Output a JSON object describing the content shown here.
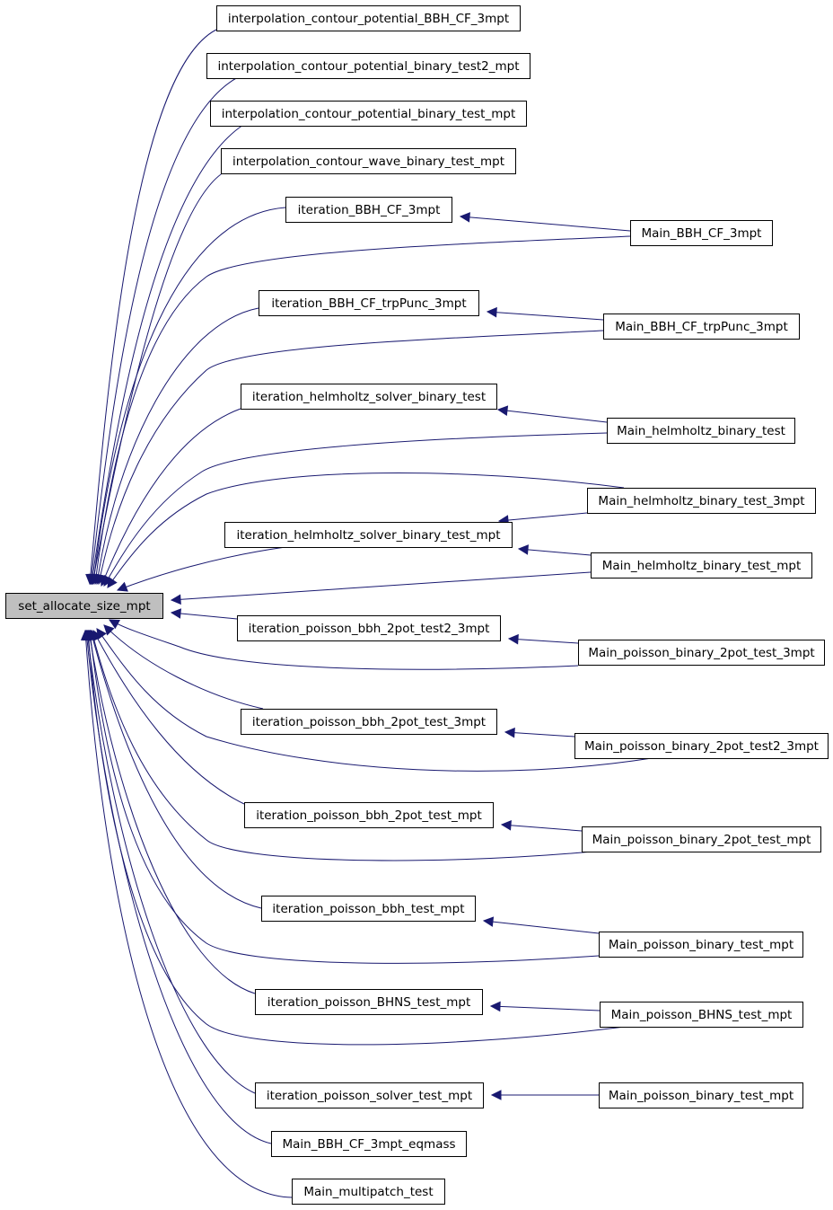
{
  "graph": {
    "title": "",
    "colors": {
      "edge": "#191970",
      "root_fill": "#bfbfbf",
      "node_fill": "#ffffff",
      "node_stroke": "#000000"
    },
    "root": {
      "id": "root",
      "label": "set_allocate_size_mpt"
    },
    "nodes": [
      {
        "id": "n_icp_bbh",
        "label": "interpolation_contour_potential_BBH_CF_3mpt"
      },
      {
        "id": "n_icp_bt2",
        "label": "interpolation_contour_potential_binary_test2_mpt"
      },
      {
        "id": "n_icp_bt",
        "label": "interpolation_contour_potential_binary_test_mpt"
      },
      {
        "id": "n_icw_bt",
        "label": "interpolation_contour_wave_binary_test_mpt"
      },
      {
        "id": "n_it_bbh",
        "label": "iteration_BBH_CF_3mpt"
      },
      {
        "id": "n_m_bbh",
        "label": "Main_BBH_CF_3mpt"
      },
      {
        "id": "n_it_bbh_trp",
        "label": "iteration_BBH_CF_trpPunc_3mpt"
      },
      {
        "id": "n_m_bbh_trp",
        "label": "Main_BBH_CF_trpPunc_3mpt"
      },
      {
        "id": "n_it_helm",
        "label": "iteration_helmholtz_solver_binary_test"
      },
      {
        "id": "n_m_helm",
        "label": "Main_helmholtz_binary_test"
      },
      {
        "id": "n_m_helm3",
        "label": "Main_helmholtz_binary_test_3mpt"
      },
      {
        "id": "n_it_helm_mpt",
        "label": "iteration_helmholtz_solver_binary_test_mpt"
      },
      {
        "id": "n_m_helm_mpt",
        "label": "Main_helmholtz_binary_test_mpt"
      },
      {
        "id": "n_it_p2t2",
        "label": "iteration_poisson_bbh_2pot_test2_3mpt"
      },
      {
        "id": "n_m_p2t3",
        "label": "Main_poisson_binary_2pot_test_3mpt"
      },
      {
        "id": "n_it_p2t3",
        "label": "iteration_poisson_bbh_2pot_test_3mpt"
      },
      {
        "id": "n_m_p2t23",
        "label": "Main_poisson_binary_2pot_test2_3mpt"
      },
      {
        "id": "n_it_p2tm",
        "label": "iteration_poisson_bbh_2pot_test_mpt"
      },
      {
        "id": "n_m_p2tm",
        "label": "Main_poisson_binary_2pot_test_mpt"
      },
      {
        "id": "n_it_pbbh",
        "label": "iteration_poisson_bbh_test_mpt"
      },
      {
        "id": "n_m_pb1",
        "label": "Main_poisson_binary_test_mpt"
      },
      {
        "id": "n_it_bhns",
        "label": "iteration_poisson_BHNS_test_mpt"
      },
      {
        "id": "n_m_bhns",
        "label": "Main_poisson_BHNS_test_mpt"
      },
      {
        "id": "n_it_ps",
        "label": "iteration_poisson_solver_test_mpt"
      },
      {
        "id": "n_m_pb2",
        "label": "Main_poisson_binary_test_mpt"
      },
      {
        "id": "n_m_bbh_eq",
        "label": "Main_BBH_CF_3mpt_eqmass"
      },
      {
        "id": "n_m_multi",
        "label": "Main_multipatch_test"
      }
    ],
    "edges": [
      {
        "from": "n_icp_bbh",
        "to": "root"
      },
      {
        "from": "n_icp_bt2",
        "to": "root"
      },
      {
        "from": "n_icp_bt",
        "to": "root"
      },
      {
        "from": "n_icw_bt",
        "to": "root"
      },
      {
        "from": "n_it_bbh",
        "to": "root"
      },
      {
        "from": "n_m_bbh",
        "to": "root"
      },
      {
        "from": "n_m_bbh",
        "to": "n_it_bbh"
      },
      {
        "from": "n_it_bbh_trp",
        "to": "root"
      },
      {
        "from": "n_m_bbh_trp",
        "to": "root"
      },
      {
        "from": "n_m_bbh_trp",
        "to": "n_it_bbh_trp"
      },
      {
        "from": "n_it_helm",
        "to": "root"
      },
      {
        "from": "n_m_helm",
        "to": "root"
      },
      {
        "from": "n_m_helm",
        "to": "n_it_helm"
      },
      {
        "from": "n_m_helm3",
        "to": "root"
      },
      {
        "from": "n_m_helm3",
        "to": "n_it_helm_mpt"
      },
      {
        "from": "n_it_helm_mpt",
        "to": "root"
      },
      {
        "from": "n_m_helm_mpt",
        "to": "root"
      },
      {
        "from": "n_m_helm_mpt",
        "to": "n_it_helm_mpt"
      },
      {
        "from": "n_it_p2t2",
        "to": "root"
      },
      {
        "from": "n_m_p2t3",
        "to": "root"
      },
      {
        "from": "n_m_p2t3",
        "to": "n_it_p2t2"
      },
      {
        "from": "n_it_p2t3",
        "to": "root"
      },
      {
        "from": "n_m_p2t23",
        "to": "root"
      },
      {
        "from": "n_m_p2t23",
        "to": "n_it_p2t3"
      },
      {
        "from": "n_it_p2tm",
        "to": "root"
      },
      {
        "from": "n_m_p2tm",
        "to": "root"
      },
      {
        "from": "n_m_p2tm",
        "to": "n_it_p2tm"
      },
      {
        "from": "n_it_pbbh",
        "to": "root"
      },
      {
        "from": "n_m_pb1",
        "to": "root"
      },
      {
        "from": "n_m_pb1",
        "to": "n_it_pbbh"
      },
      {
        "from": "n_it_bhns",
        "to": "root"
      },
      {
        "from": "n_m_bhns",
        "to": "root"
      },
      {
        "from": "n_m_bhns",
        "to": "n_it_bhns"
      },
      {
        "from": "n_it_ps",
        "to": "root"
      },
      {
        "from": "n_m_pb2",
        "to": "n_it_ps"
      },
      {
        "from": "n_m_bbh_eq",
        "to": "root"
      },
      {
        "from": "n_m_multi",
        "to": "root"
      }
    ]
  }
}
